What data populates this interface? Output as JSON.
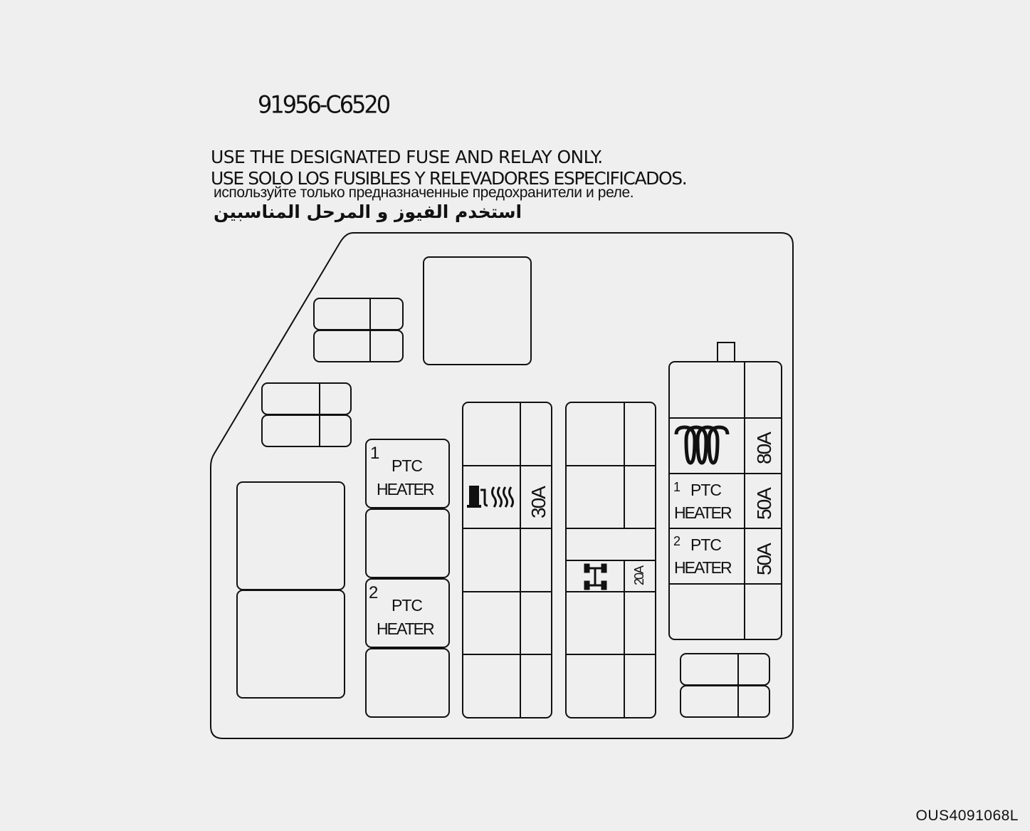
{
  "header": {
    "part_number": "91956-C6520",
    "instructions": {
      "en": "USE THE DESIGNATED FUSE AND RELAY ONLY.",
      "es": "USE SOLO LOS FUSIBLES Y RELEVADORES ESPECIFICADOS.",
      "ru": "используйте только предназначенные предохранители и реле.",
      "ar": "استخدم الفيوز و المرحل المناسبين"
    }
  },
  "fuses": {
    "ptc_heater_1": {
      "number": "1",
      "line1": "PTC",
      "line2": "HEATER"
    },
    "ptc_heater_2": {
      "number": "2",
      "line1": "PTC",
      "line2": "HEATER"
    },
    "fuel_heater": {
      "icon": "fuel-heater-icon",
      "rating": "30A"
    },
    "awd": {
      "icon": "awd-drivetrain-icon",
      "rating": "20A"
    },
    "blower": {
      "icon": "coil-heater-icon",
      "rating": "80A"
    },
    "right_ptc_1": {
      "number": "1",
      "line1": "PTC",
      "line2": "HEATER",
      "rating": "50A"
    },
    "right_ptc_2": {
      "number": "2",
      "line1": "PTC",
      "line2": "HEATER",
      "rating": "50A"
    }
  },
  "footer": {
    "image_code": "OUS4091068L"
  }
}
